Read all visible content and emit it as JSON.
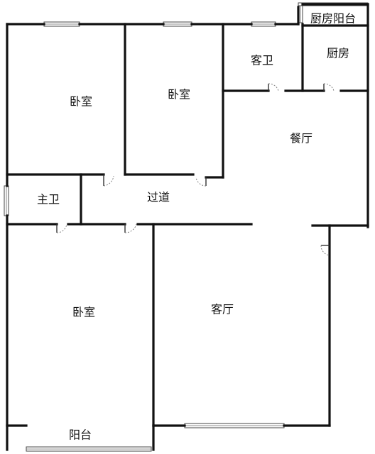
{
  "rooms": {
    "bedroom_1": "卧室",
    "bedroom_2": "卧室",
    "guest_bath": "客卫",
    "kitchen_balcony": "厨房阳台",
    "kitchen": "厨房",
    "dining": "餐厅",
    "master_bath": "主卫",
    "corridor": "过道",
    "master_bedroom": "卧室",
    "living": "客厅",
    "balcony": "阳台"
  }
}
